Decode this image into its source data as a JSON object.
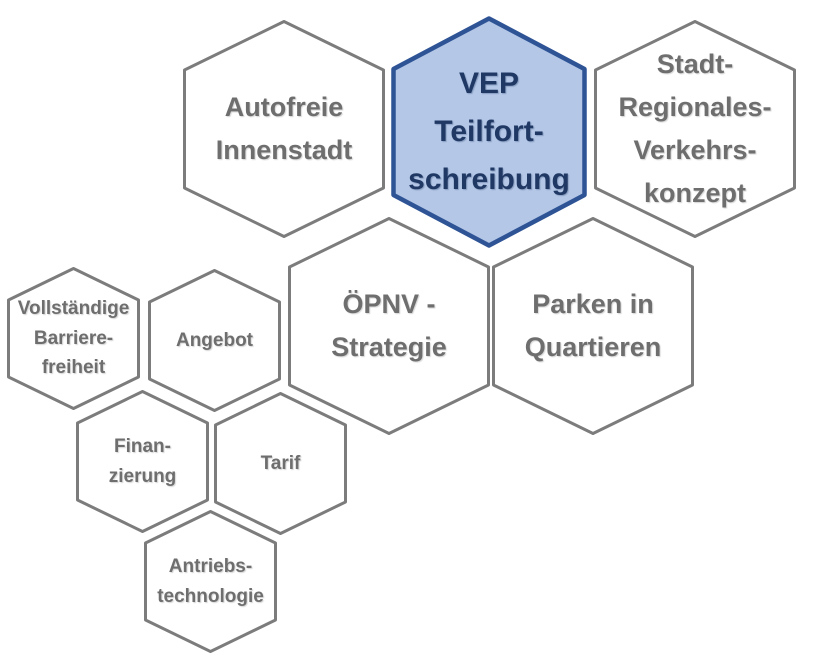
{
  "diagram": {
    "title": "VEP Teilfortschreibung Themen-Hexagon-Diagramm",
    "colors": {
      "background": "#ffffff",
      "gray_border": "#7c7c7c",
      "gray_text": "#6e6e6e",
      "primary_fill": "#b4c7e7",
      "primary_border": "#2f5496",
      "primary_text": "#1f3864"
    },
    "hexagons": [
      {
        "id": "autofreie-innenstadt",
        "label": "Autofreie\nInnenstadt",
        "style": "secondary",
        "size": "large"
      },
      {
        "id": "vep-teilfortschreibung",
        "label": "VEP\nTeilfort-\nschreibung",
        "style": "primary",
        "size": "large"
      },
      {
        "id": "stadt-regionales-verkehrskonzept",
        "label": "Stadt-\nRegionales-\nVerkehrs-\nkonzept",
        "style": "secondary",
        "size": "large"
      },
      {
        "id": "oepnv-strategie",
        "label": "ÖPNV -\nStrategie",
        "style": "secondary",
        "size": "large"
      },
      {
        "id": "parken-in-quartieren",
        "label": "Parken in\nQuartieren",
        "style": "secondary",
        "size": "large"
      },
      {
        "id": "vollstaendige-barrierefreiheit",
        "label": "Vollständige\nBarriere-\nfreiheit",
        "style": "secondary",
        "size": "small"
      },
      {
        "id": "angebot",
        "label": "Angebot",
        "style": "secondary",
        "size": "small"
      },
      {
        "id": "finanzierung",
        "label": "Finan-\nzierung",
        "style": "secondary",
        "size": "small"
      },
      {
        "id": "tarif",
        "label": "Tarif",
        "style": "secondary",
        "size": "small"
      },
      {
        "id": "antriebstechnologie",
        "label": "Antriebs-\ntechnologie",
        "style": "secondary",
        "size": "small"
      }
    ]
  }
}
